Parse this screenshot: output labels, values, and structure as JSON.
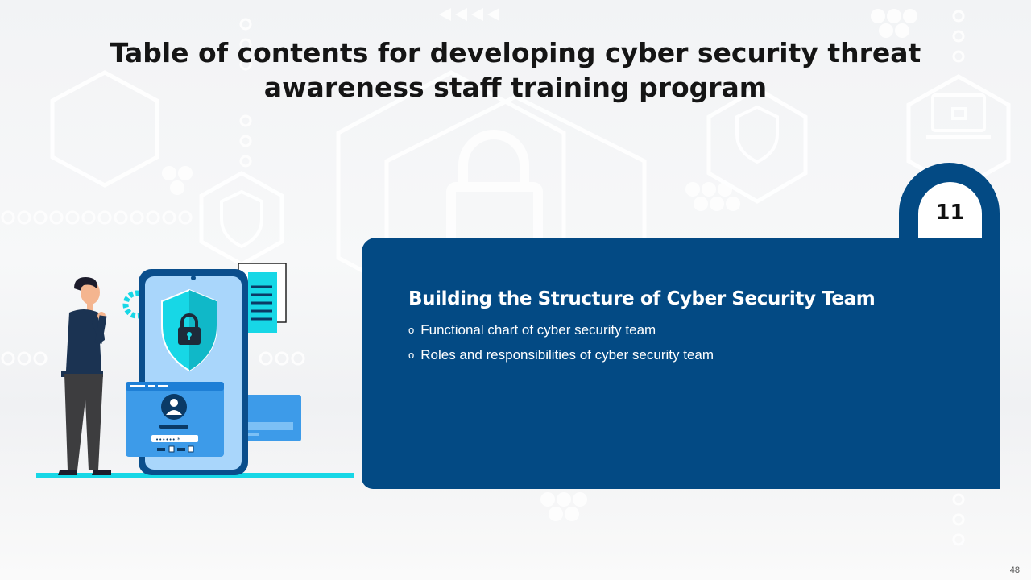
{
  "slide": {
    "title": "Table of contents for developing cyber security threat awareness staff training program",
    "page_number": "48"
  },
  "section": {
    "number": "11",
    "heading": "Building the Structure of Cyber Security Team",
    "items": [
      {
        "bullet": "o",
        "label": "Functional chart of cyber security team"
      },
      {
        "bullet": "o",
        "label": "Roles and responsibilities of cyber security team"
      }
    ]
  },
  "illustration": {
    "password_mask": "•••••• *"
  },
  "colors": {
    "panel": "#034a84",
    "accent_cyan": "#17d7e6",
    "phone_blue": "#2e8fe0"
  }
}
